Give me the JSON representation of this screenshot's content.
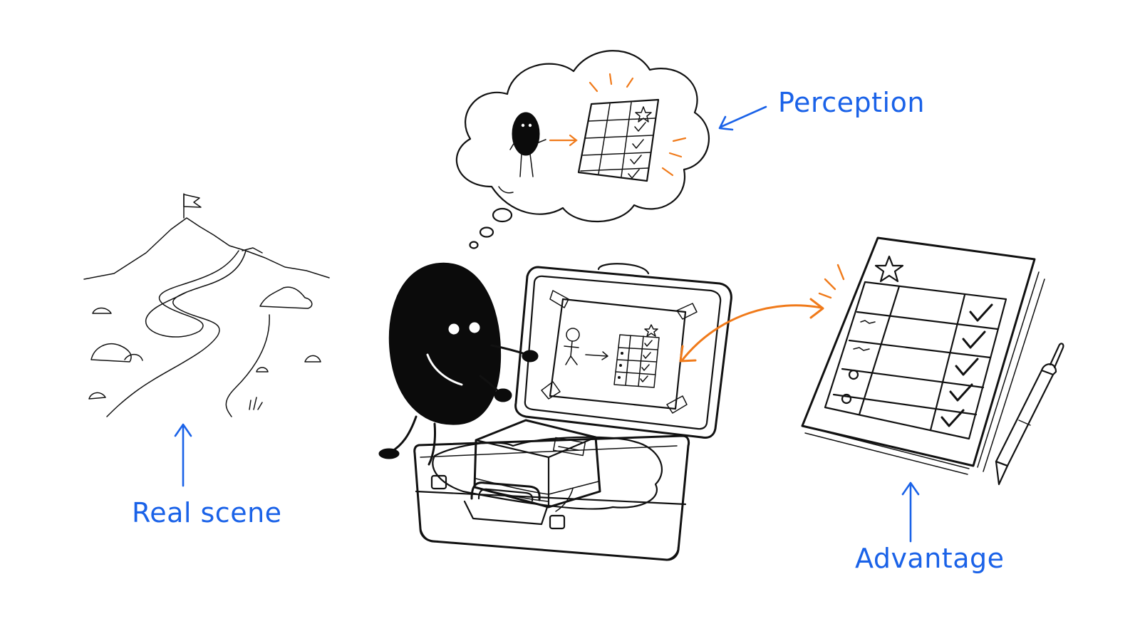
{
  "colors": {
    "label_blue": "#1a62e8",
    "accent_orange": "#f07a1a",
    "ink": "#111111"
  },
  "labels": {
    "perception": "Perception",
    "real_scene": "Real scene",
    "advantage": "Advantage"
  },
  "icons": {
    "flag": "flag-icon",
    "star": "star-icon",
    "checkmark": "checkmark-icon",
    "pen": "pen-icon"
  }
}
